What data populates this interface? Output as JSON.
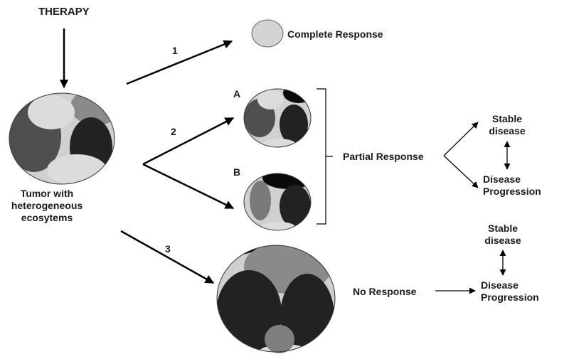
{
  "labels": {
    "therapy": "THERAPY",
    "complete_response": "Complete Response",
    "tumor_line1": "Tumor with",
    "tumor_line2": "heterogeneous",
    "tumor_line3": "ecosytems",
    "partial_response": "Partial Response",
    "no_response": "No Response",
    "path_1": "1",
    "path_2": "2",
    "path_3": "3",
    "sub_a": "A",
    "sub_b": "B",
    "stable_1_l1": "Stable",
    "stable_1_l2": "disease",
    "progression_1_l1": "Disease",
    "progression_1_l2": "Progression",
    "stable_2_l1": "Stable",
    "stable_2_l2": "disease",
    "progression_2_l1": "Disease",
    "progression_2_l2": "Progression"
  },
  "colors": {
    "text": "#1a1a1a",
    "arrow": "#000000",
    "light": "#d6d6d6",
    "medium": "#8a8a8a",
    "dark": "#4a4a4a",
    "darkest": "#262626",
    "black": "#0a0a0a"
  }
}
